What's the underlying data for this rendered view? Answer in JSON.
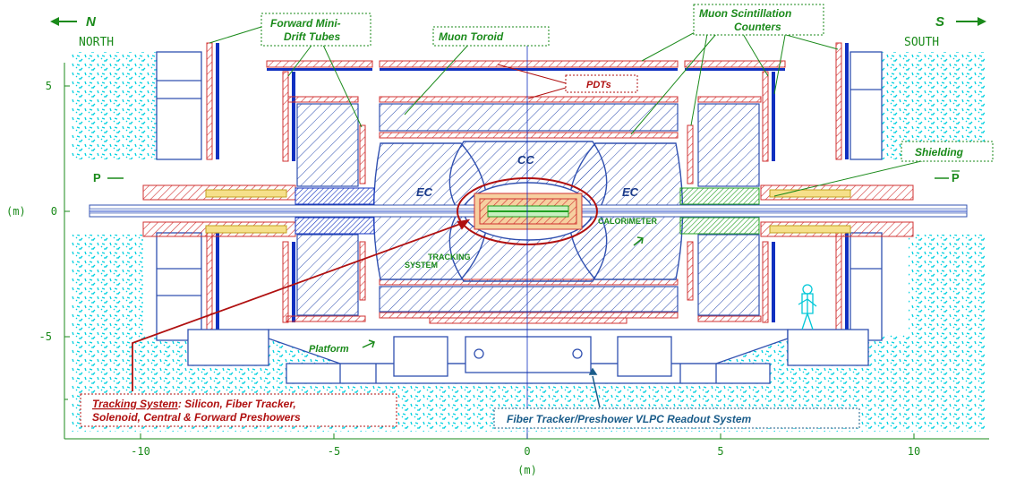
{
  "directions": {
    "north_letter": "N",
    "north_word": "NORTH",
    "south_letter": "S",
    "south_word": "SOUTH"
  },
  "callouts": {
    "forward_mini_drift_line1": "Forward Mini-",
    "forward_mini_drift_line2": "Drift Tubes",
    "muon_toroid": "Muon Toroid",
    "muon_scint_line1": "Muon Scintillation",
    "muon_scint_line2": "Counters",
    "pdts": "PDTs",
    "shielding": "Shielding",
    "tracking_underlined": "Tracking System",
    "tracking_rest_line1": ": Silicon, Fiber Tracker,",
    "tracking_line2": "Solenoid, Central & Forward Preshowers",
    "fiber_tracker": "Fiber Tracker/Preshower VLPC Readout System"
  },
  "labels": {
    "cc": "CC",
    "ec_left": "EC",
    "ec_right": "EC",
    "calorimeter": "CALORIMETER",
    "tracking_line1": "TRACKING",
    "tracking_line2": "SYSTEM",
    "platform": "Platform",
    "p_left": "P",
    "p_right": "P"
  },
  "axes": {
    "x_label": "(m)",
    "y_label": "(m)",
    "x_ticks": [
      "-10",
      "-5",
      "0",
      "5",
      "10"
    ],
    "y_ticks": [
      "5",
      "0",
      "-5"
    ]
  },
  "colors": {
    "green_text": "#1a8a1a",
    "red_callout": "#b01010",
    "blue_callout": "#1a5c8a",
    "cyan": "#00d0e0",
    "blue": "#1030c0",
    "red_hatch": "#d03030",
    "axis_green": "#1a8a1a"
  }
}
